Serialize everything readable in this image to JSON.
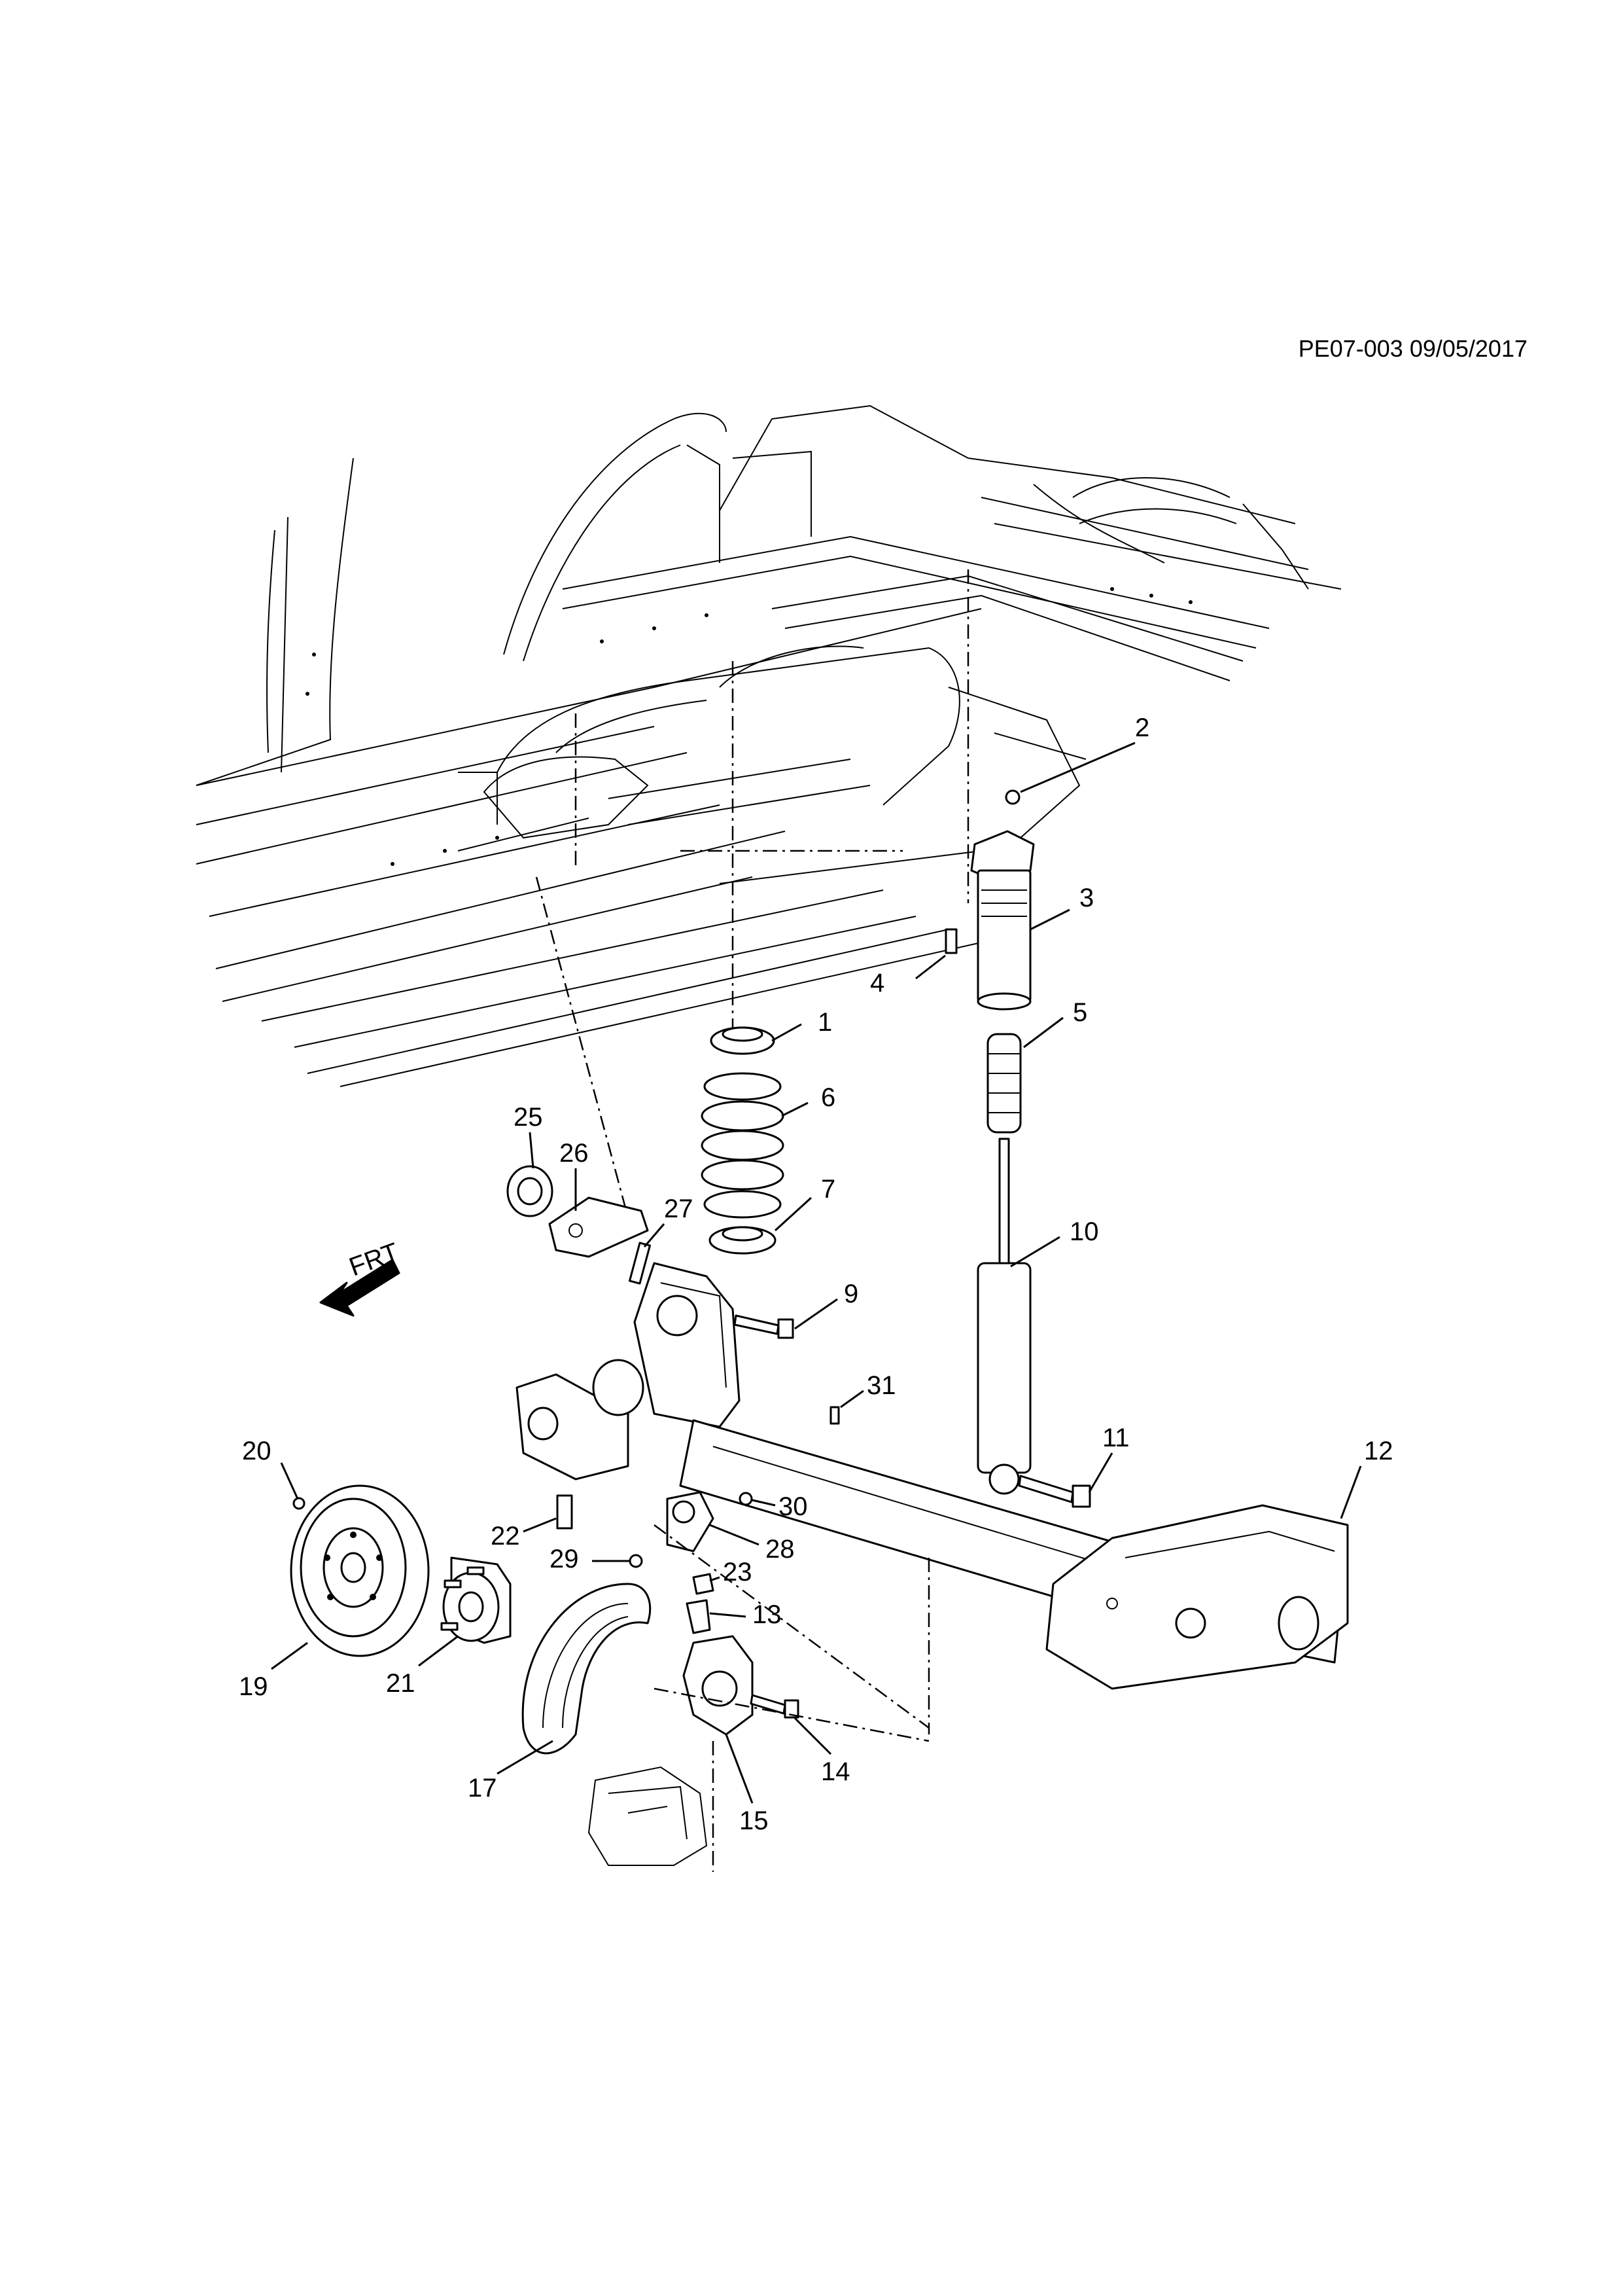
{
  "document": {
    "id": "PE07-003 09/05/2017",
    "front_marker": "FRT"
  },
  "callouts": [
    {
      "key": "c1",
      "ref": "1"
    },
    {
      "key": "c2",
      "ref": "2"
    },
    {
      "key": "c3",
      "ref": "3"
    },
    {
      "key": "c4",
      "ref": "4"
    },
    {
      "key": "c5",
      "ref": "5"
    },
    {
      "key": "c6",
      "ref": "6"
    },
    {
      "key": "c7",
      "ref": "7"
    },
    {
      "key": "c9",
      "ref": "9"
    },
    {
      "key": "c10",
      "ref": "10"
    },
    {
      "key": "c11",
      "ref": "11"
    },
    {
      "key": "c12",
      "ref": "12"
    },
    {
      "key": "c13",
      "ref": "13"
    },
    {
      "key": "c14",
      "ref": "14"
    },
    {
      "key": "c15",
      "ref": "15"
    },
    {
      "key": "c17",
      "ref": "17"
    },
    {
      "key": "c19",
      "ref": "19"
    },
    {
      "key": "c20",
      "ref": "20"
    },
    {
      "key": "c21",
      "ref": "21"
    },
    {
      "key": "c22",
      "ref": "22"
    },
    {
      "key": "c23",
      "ref": "23"
    },
    {
      "key": "c25",
      "ref": "25"
    },
    {
      "key": "c26",
      "ref": "26"
    },
    {
      "key": "c27",
      "ref": "27"
    },
    {
      "key": "c28",
      "ref": "28"
    },
    {
      "key": "c29",
      "ref": "29"
    },
    {
      "key": "c30",
      "ref": "30"
    },
    {
      "key": "c31",
      "ref": "31"
    }
  ]
}
